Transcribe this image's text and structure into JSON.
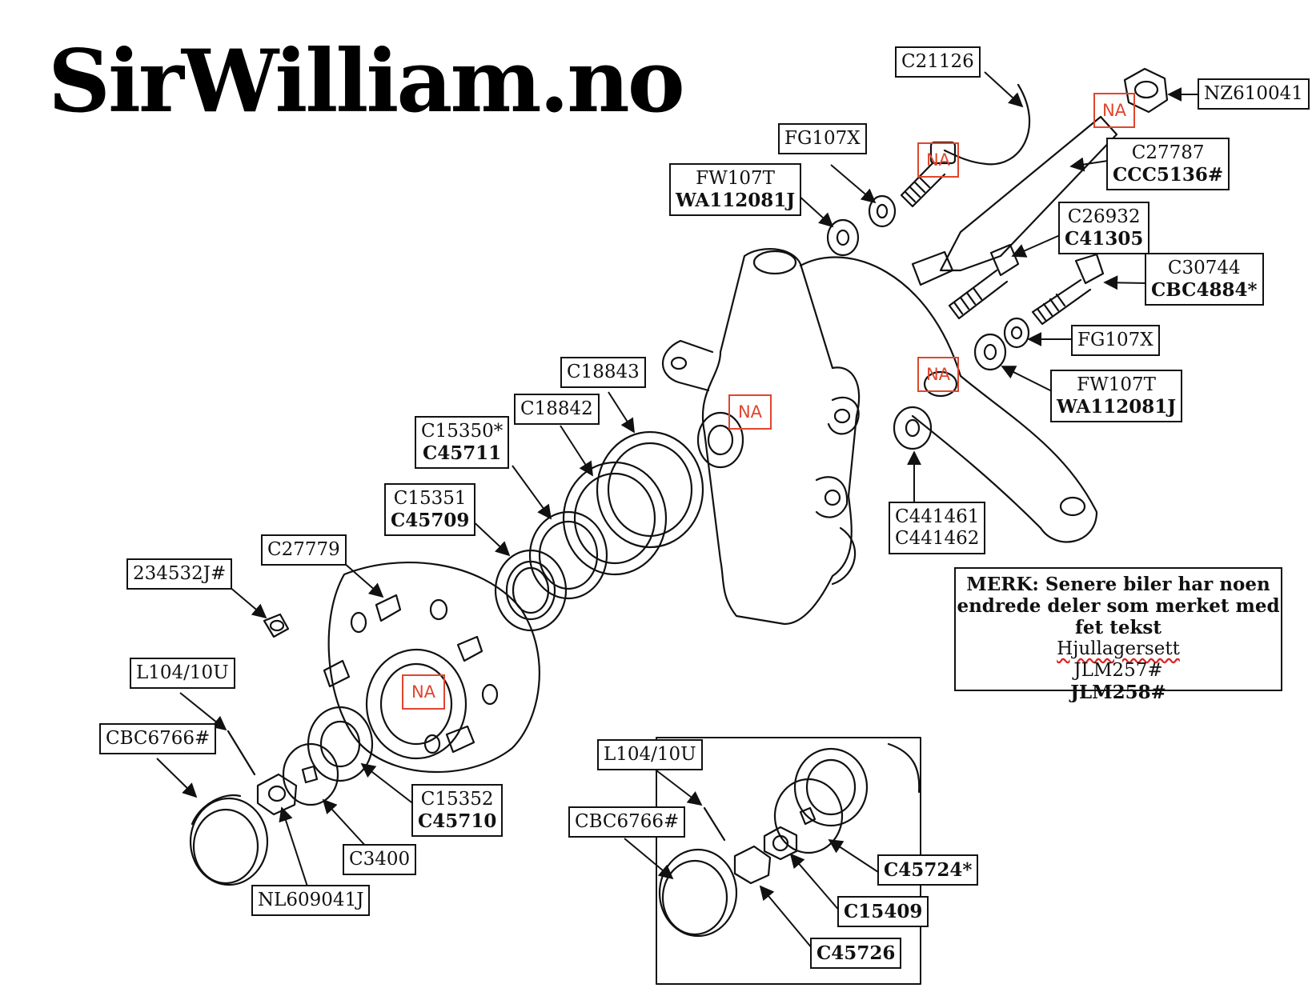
{
  "logo": "SirWilliam.no",
  "na_tag": "NA",
  "labels": {
    "c21126": [
      "C21126"
    ],
    "nz610041": [
      "NZ610041"
    ],
    "fg107x_top": [
      "FG107X"
    ],
    "fw107t_top": [
      "FW107T",
      "WA112081J"
    ],
    "c27787": [
      "C27787",
      "CCC5136#"
    ],
    "c26932": [
      "C26932",
      "C41305"
    ],
    "c30744": [
      "C30744",
      "CBC4884*"
    ],
    "fg107x_right": [
      "FG107X"
    ],
    "fw107t_right": [
      "FW107T",
      "WA112081J"
    ],
    "c18843": [
      "C18843"
    ],
    "c18842": [
      "C18842"
    ],
    "c15350": [
      "C15350*",
      "C45711"
    ],
    "c15351": [
      "C15351",
      "C45709"
    ],
    "c441461": [
      "C441461",
      "C441462"
    ],
    "c27779": [
      "C27779"
    ],
    "p234532j": [
      "234532J#"
    ],
    "l104_left": [
      "L104/10U"
    ],
    "cbc6766_left": [
      "CBC6766#"
    ],
    "c15352": [
      "C15352",
      "C45710"
    ],
    "c3400": [
      "C3400"
    ],
    "nl609041j": [
      "NL609041J"
    ],
    "l104_inset": [
      "L104/10U"
    ],
    "cbc6766_inset": [
      "CBC6766#"
    ],
    "c45724": [
      "C45724*"
    ],
    "c15409": [
      "C15409"
    ],
    "c45726": [
      "C45726"
    ]
  },
  "note": {
    "heading": "MERK: Senere biler har noen endrede deler som merket med fet tekst",
    "line1": "Hjullagersett",
    "line2": "JLM257#",
    "line3": "JLM258#"
  }
}
